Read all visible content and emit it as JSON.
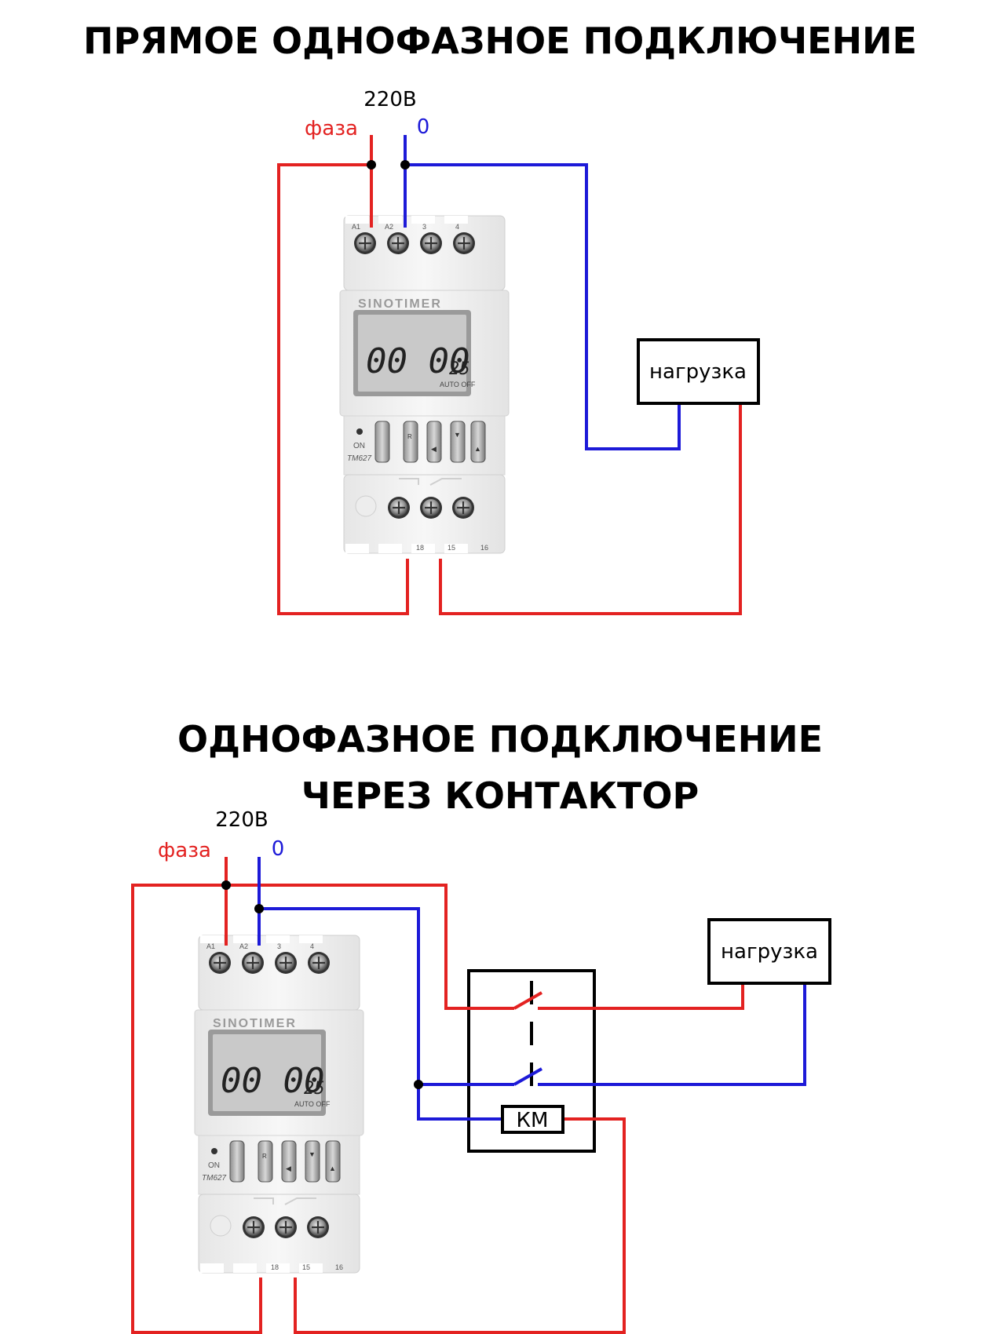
{
  "diagram1": {
    "title": "ПРЯМОЕ ОДНОФАЗНОЕ ПОДКЛЮЧЕНИЕ",
    "voltage": "220В",
    "phase": "фаза",
    "neutral": "0",
    "load": "нагрузка"
  },
  "diagram2": {
    "title_line1": "ОДНОФАЗНОЕ ПОДКЛЮЧЕНИЕ",
    "title_line2": "ЧЕРЕЗ КОНТАКТОР",
    "voltage": "220В",
    "phase": "фаза",
    "neutral": "0",
    "load": "нагрузка",
    "coil": "КМ"
  },
  "device": {
    "brand": "SINOTIMER",
    "model": "TM627",
    "display_main": "00 00",
    "display_small": "25",
    "display_status": "AUTO OFF",
    "led_label": "ON",
    "terminals_top": [
      "A1",
      "A2",
      "3",
      "4"
    ],
    "terminals_bottom": [
      "18",
      "15",
      "16"
    ],
    "button_glyphs": [
      "R",
      "◀",
      "▼",
      "▲"
    ]
  },
  "colors": {
    "phase": "#e32221",
    "neutral": "#1d1ad8",
    "wire_black": "#000000",
    "device_body": "#f2f2f2",
    "lcd_bg": "#c9c9c9"
  }
}
